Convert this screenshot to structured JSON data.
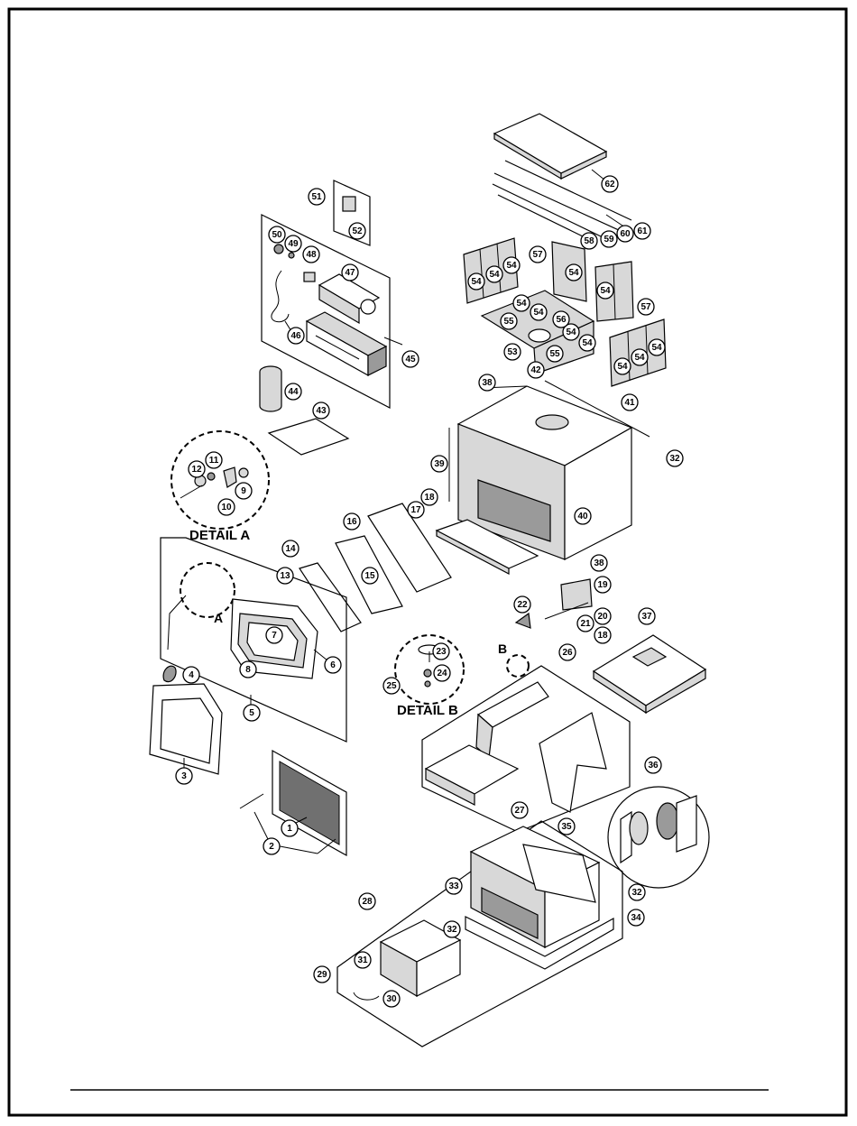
{
  "diagram": {
    "detail_a_title": "DETAIL A",
    "detail_b_title": "DETAIL B",
    "callout_a": "A",
    "callout_b": "B",
    "part_numbers": [
      "1",
      "2",
      "3",
      "4",
      "5",
      "6",
      "7",
      "8",
      "9",
      "10",
      "11",
      "12",
      "13",
      "14",
      "15",
      "16",
      "17",
      "18",
      "19",
      "20",
      "21",
      "22",
      "23",
      "24",
      "25",
      "26",
      "27",
      "28",
      "29",
      "30",
      "31",
      "32",
      "33",
      "34",
      "35",
      "36",
      "37",
      "38",
      "39",
      "40",
      "41",
      "42",
      "43",
      "44",
      "45",
      "46",
      "47",
      "48",
      "49",
      "50",
      "51",
      "52",
      "53",
      "54",
      "55",
      "56",
      "57",
      "58",
      "59",
      "60",
      "61",
      "62"
    ]
  },
  "colors": {
    "line": "#000000",
    "paper": "#ffffff",
    "shade": "#d8d8d8",
    "dark": "#9a9a9a"
  }
}
